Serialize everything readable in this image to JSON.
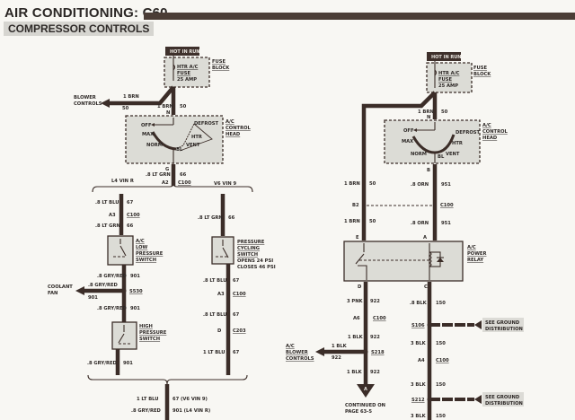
{
  "header": {
    "title": "AIR CONDITIONING: C60",
    "subtitle": "COMPRESSOR CONTROLS"
  },
  "left": {
    "hot_in_run": "HOT IN RUN",
    "fuse_block": [
      "FUSE",
      "BLOCK"
    ],
    "fuse_name": [
      "HTR A/C",
      "FUSE"
    ],
    "fuse_rating": "25 AMP",
    "blower_controls": [
      "BLOWER",
      "CONTROLS"
    ],
    "blower_wire": {
      "color": "1 BRN",
      "circuit": "50"
    },
    "feed_wire": {
      "color": "1 BRN",
      "circuit": "50",
      "pin": "N"
    },
    "control_head": [
      "A/C",
      "CONTROL",
      "HEAD"
    ],
    "modes": {
      "off": "OFF",
      "max": "MAX",
      "norm": "NORM",
      "bl": "BL",
      "vent": "VENT",
      "htr": "HTR",
      "defrost": "DEFROST"
    },
    "out_pin": "G",
    "out_wire": {
      "color": ".8 LT GRN",
      "circuit": "66"
    },
    "connector_a2": {
      "pin": "A2",
      "name": "C100"
    },
    "l4_label": "L4 VIN R",
    "v6_label": "V6 VIN 9",
    "l4": {
      "w1": {
        "color": ".8 LT BLU",
        "circuit": "67"
      },
      "conn": {
        "pin": "A3",
        "name": "C100"
      },
      "w2": {
        "color": ".8 LT GRN",
        "circuit": "66"
      },
      "low_switch": [
        "A/C",
        "LOW",
        "PRESSURE",
        "SWITCH"
      ],
      "w3": {
        "color": ".8 GRY/RED",
        "circuit": "901"
      },
      "splice": "S530",
      "coolant_fan": [
        "COOLANT",
        "FAN"
      ],
      "fan_wire": {
        "color": ".8 GRY/RED",
        "circuit": "901"
      },
      "w4": {
        "color": ".8 GRY/RED",
        "circuit": "901"
      },
      "high_switch": [
        "HIGH",
        "PRESSURE",
        "SWITCH"
      ],
      "w5": {
        "color": ".8 GRY/RED",
        "circuit": "901"
      }
    },
    "v6": {
      "w1": {
        "color": ".8 LT GRN",
        "circuit": "66"
      },
      "cycling_switch": [
        "PRESSURE",
        "CYCLING",
        "SWITCH",
        "OPENS 24 PSI",
        "CLOSES 46 PSI"
      ],
      "w2": {
        "color": ".8 LT BLU",
        "circuit": "67"
      },
      "conn1": {
        "pin": "A3",
        "name": "C100"
      },
      "w3": {
        "color": ".8 LT BLU",
        "circuit": "67"
      },
      "conn2": {
        "pin": "D",
        "name": "C203"
      },
      "w4": {
        "color": "1 LT BLU",
        "circuit": "67"
      }
    },
    "bottom": [
      {
        "color": "1 LT BLU",
        "circuit": "67 (V6 VIN 9)"
      },
      {
        "color": ".8 GRY/RED",
        "circuit": "901 (L4 VIN R)"
      }
    ]
  },
  "right": {
    "hot_in_run": "HOT IN RUN",
    "fuse_block": [
      "FUSE",
      "BLOCK"
    ],
    "fuse_name": [
      "HTR A/C",
      "FUSE"
    ],
    "fuse_rating": "25 AMP",
    "feed_wire": {
      "color": "1 BRN",
      "circuit": "50",
      "pin": "N"
    },
    "control_head": [
      "A/C",
      "CONTROL",
      "HEAD"
    ],
    "modes": {
      "off": "OFF",
      "max": "MAX",
      "norm": "NORM",
      "bl": "BL",
      "vent": "VENT",
      "htr": "HTR",
      "defrost": "DEFROST"
    },
    "out_pin": "B",
    "left_w1": {
      "color": "1 BRN",
      "circuit": "50"
    },
    "left_conn": "B2",
    "left_w2": {
      "color": "1 BRN",
      "circuit": "50"
    },
    "right_w1": {
      "color": ".8 ORN",
      "circuit": "951"
    },
    "right_conn": "C100",
    "right_w2": {
      "color": ".8 ORN",
      "circuit": "951"
    },
    "relay": [
      "A/C",
      "POWER",
      "RELAY"
    ],
    "relay_pins": {
      "e": "E",
      "a": "A",
      "d": "D",
      "c": "C"
    },
    "d_branch": {
      "w1": {
        "color": "3 PNK",
        "circuit": "922"
      },
      "conn": {
        "pin": "A6",
        "name": "C100"
      },
      "w2": {
        "color": "1 BLK",
        "circuit": "922"
      },
      "splice": "S218",
      "blower": [
        "A/C",
        "BLOWER",
        "CONTROLS"
      ],
      "blower_wire": {
        "color": "1 BLK",
        "circuit": "922"
      },
      "w3": {
        "color": "1 BLK",
        "circuit": "922"
      },
      "arrow": "A",
      "continued": [
        "CONTINUED ON",
        "PAGE 63-5"
      ]
    },
    "c_branch": {
      "w1": {
        "color": ".8 BLK",
        "circuit": "150"
      },
      "splice1": "S106",
      "ground1": [
        "SEE GROUND",
        "DISTRIBUTION"
      ],
      "w2": {
        "color": "3 BLK",
        "circuit": "150"
      },
      "conn": {
        "pin": "A4",
        "name": "C100"
      },
      "w3": {
        "color": "3 BLK",
        "circuit": "150"
      },
      "splice2": "S212",
      "ground2": [
        "SEE GROUND",
        "DISTRIBUTION"
      ],
      "w4": {
        "color": "3 BLK",
        "circuit": "150"
      }
    }
  },
  "colors": {
    "wire": "#3b2d28",
    "component_fill": "#dcdcd6",
    "paper": "#f8f7f3"
  }
}
